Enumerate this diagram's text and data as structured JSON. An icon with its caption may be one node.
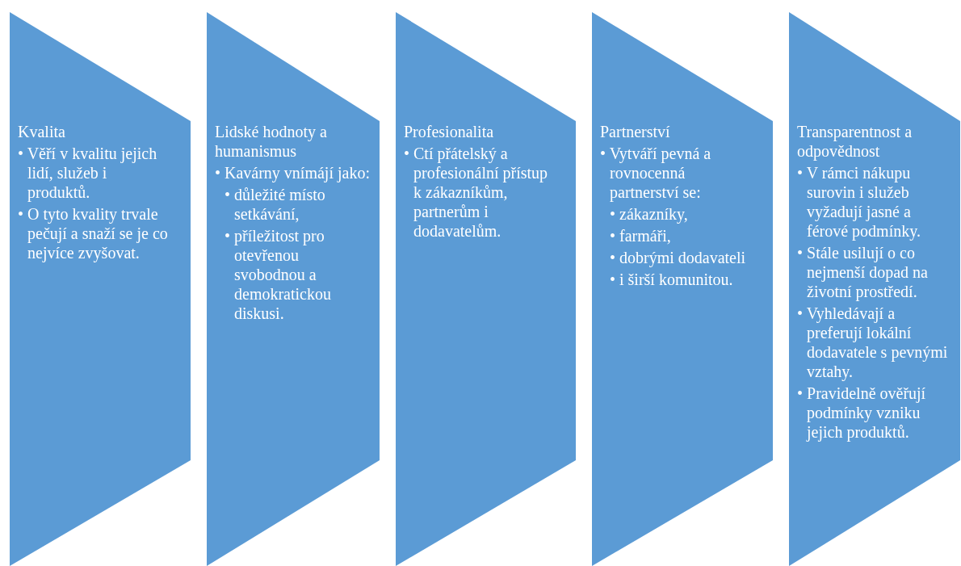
{
  "diagram": {
    "nodes": [
      {
        "text": [
          "Kvalita",
          "• Věří v kvalitu jejich lidí, služeb i produktů.",
          "• O tyto kvality trvale pečují a snaží se je co nejvíce zvyšovat."
        ]
      },
      {
        "text": [
          "Lidské hodnoty a humanismus",
          "• Kavárny vnímájí jako:",
          "• důležité místo setkávání,",
          "• příležitost pro otevřenou svobodnou a demokratickou diskusi."
        ]
      },
      {
        "text": [
          "Profesionalita",
          "• Ctí přátelský a profesionální přístup k zákazníkům, partnerům i dodavatelům."
        ]
      },
      {
        "text": [
          "Partnerství",
          "• Vytváří pevná a rovnocenná partnerství se:",
          "• zákazníky,",
          "• farmáři,",
          "• dobrými dodavateli",
          "• i širší komunitou."
        ]
      },
      {
        "text": [
          "Transparentnost a odpovědnost",
          "• V rámci nákupu surovin i služeb vyžadují jasné a férové podmínky.",
          "• Stále usilují o co nejmenší dopad na životní prostředí.",
          "• Vyhledávají a preferují lokální dodavatele s pevnými vztahy.",
          "• Pravidelně ověřují podmínky vzniku jejich produktů."
        ]
      }
    ]
  }
}
